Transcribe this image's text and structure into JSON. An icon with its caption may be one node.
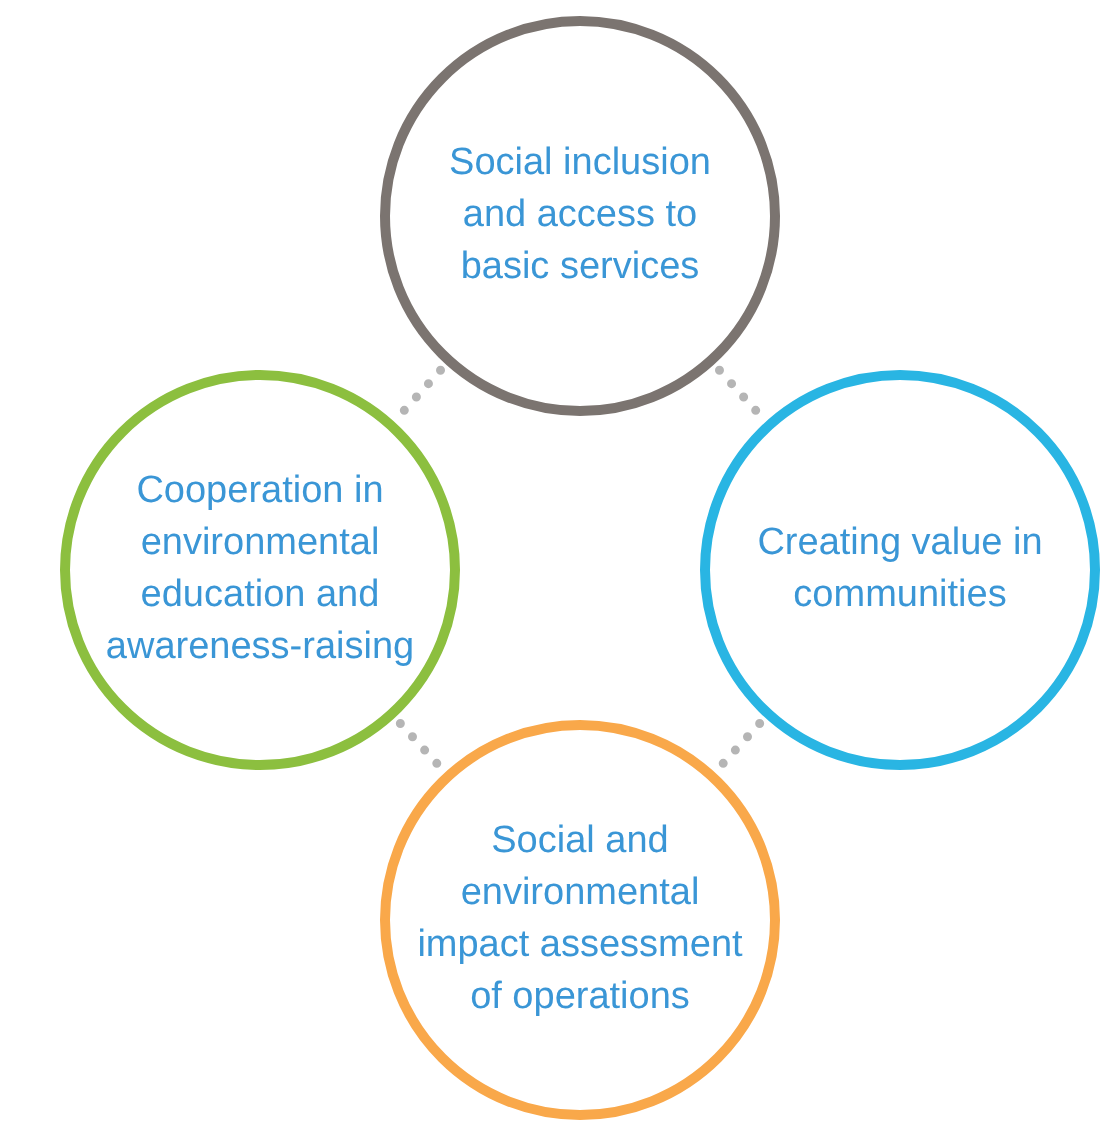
{
  "diagram": {
    "nodes": [
      {
        "text": [
          "Social inclusion and access to basic services"
        ]
      },
      {
        "text": [
          "Cooperation in environmental education and awareness-raising"
        ]
      },
      {
        "text": [
          "Creating value in communities"
        ]
      },
      {
        "text": [
          "Social and environmental impact assessment of operations"
        ]
      }
    ],
    "edges": [
      {
        "from": 0,
        "to": 1,
        "arrow": "none",
        "style": "dashed"
      },
      {
        "from": 0,
        "to": 2,
        "arrow": "none",
        "style": "dashed"
      },
      {
        "from": 1,
        "to": 3,
        "arrow": "none",
        "style": "dashed"
      },
      {
        "from": 2,
        "to": 3,
        "arrow": "none",
        "style": "dashed"
      }
    ]
  }
}
